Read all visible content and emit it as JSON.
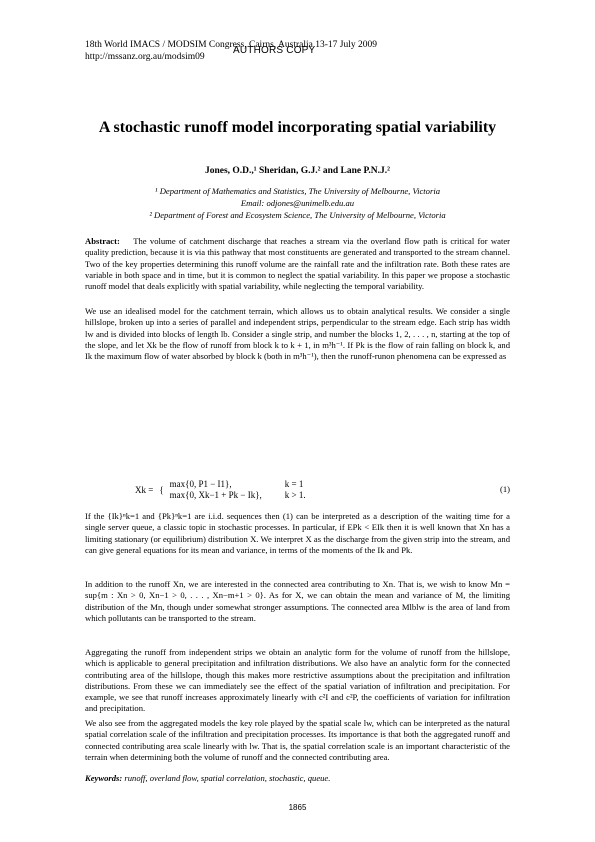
{
  "header": {
    "conference": "18th World IMACS / MODSIM Congress, Cairns, Australia 13-17 July 2009",
    "url": "http://mssanz.org.au/modsim09",
    "watermark": "AUTHORS COPY"
  },
  "title": "A stochastic runoff model incorporating spatial variability",
  "authors": "Jones, O.D.,¹ Sheridan, G.J.² and Lane P.N.J.²",
  "affiliations": [
    "¹ Department of Mathematics and Statistics, The University of Melbourne, Victoria",
    "Email: odjones@unimelb.edu.au",
    "² Department of Forest and Ecosystem Science, The University of Melbourne, Victoria"
  ],
  "abstract": {
    "label": "Abstract:",
    "text": "The volume of catchment discharge that reaches a stream via the overland flow path is critical for water quality prediction, because it is via this pathway that most constituents are generated and transported to the stream channel. Two of the key properties determining this runoff volume are the rainfall rate and the infiltration rate. Both these rates are variable in both space and in time, but it is common to neglect the spatial variability. In this paper we propose a stochastic runoff model that deals explicitly with spatial variability, while neglecting the temporal variability."
  },
  "paragraphs": [
    "We use an idealised model for the catchment terrain, which allows us to obtain analytical results. We consider a single hillslope, broken up into a series of parallel and independent strips, perpendicular to the stream edge. Each strip has width lw and is divided into blocks of length lb. Consider a single strip, and number the blocks 1, 2, . . . , n, starting at the top of the slope, and let Xk be the flow of runoff from block k to k + 1, in m³h⁻¹. If Pk is the flow of rain falling on block k, and Ik the maximum flow of water absorbed by block k (both in m³h⁻¹), then the runoff-runon phenomena can be expressed as",
    "If the {Ik}ⁿk=1 and {Pk}ⁿk=1 are i.i.d. sequences then (1) can be interpreted as a description of the waiting time for a single server queue, a classic topic in stochastic processes. In particular, if EPk < EIk then it is well known that Xn has a limiting stationary (or equilibrium) distribution X. We interpret X as the discharge from the given strip into the stream, and can give general equations for its mean and variance, in terms of the moments of the Ik and Pk.",
    "In addition to the runoff Xn, we are interested in the connected area contributing to Xn. That is, we wish to know Mn = sup{m : Xn > 0, Xn−1 > 0, . . . , Xn−m+1 > 0}. As for X, we can obtain the mean and variance of M, the limiting distribution of the Mn, though under somewhat stronger assumptions. The connected area Mlblw is the area of land from which pollutants can be transported to the stream.",
    "Aggregating the runoff from independent strips we obtain an analytic form for the volume of runoff from the hillslope, which is applicable to general precipitation and infiltration distributions. We also have an analytic form for the connected contributing area of the hillslope, though this makes more restrictive assumptions about the precipitation and infiltration distributions. From these we can immediately see the effect of the spatial variation of infiltration and precipitation. For example, we see that runoff increases approximately linearly with c²I and c²P, the coefficients of variation for infiltration and precipitation.",
    "We also see from the aggregated models the key role played by the spatial scale lw, which can be interpreted as the natural spatial correlation scale of the infiltration and precipitation processes. Its importance is that both the aggregated runoff and connected contributing area scale linearly with lw. That is, the spatial correlation scale is an important characteristic of the terrain when determining both the volume of runoff and the connected contributing area."
  ],
  "equation": {
    "lhs": "Xk =",
    "case1_expr": "max{0, P1 − I1},",
    "case1_cond": "k = 1",
    "case2_expr": "max{0, Xk−1 + Pk − Ik},",
    "case2_cond": "k > 1.",
    "number": "(1)"
  },
  "keywords": {
    "label": "Keywords:",
    "text": "runoff, overland flow, spatial correlation, stochastic, queue."
  },
  "page_number": "1865"
}
